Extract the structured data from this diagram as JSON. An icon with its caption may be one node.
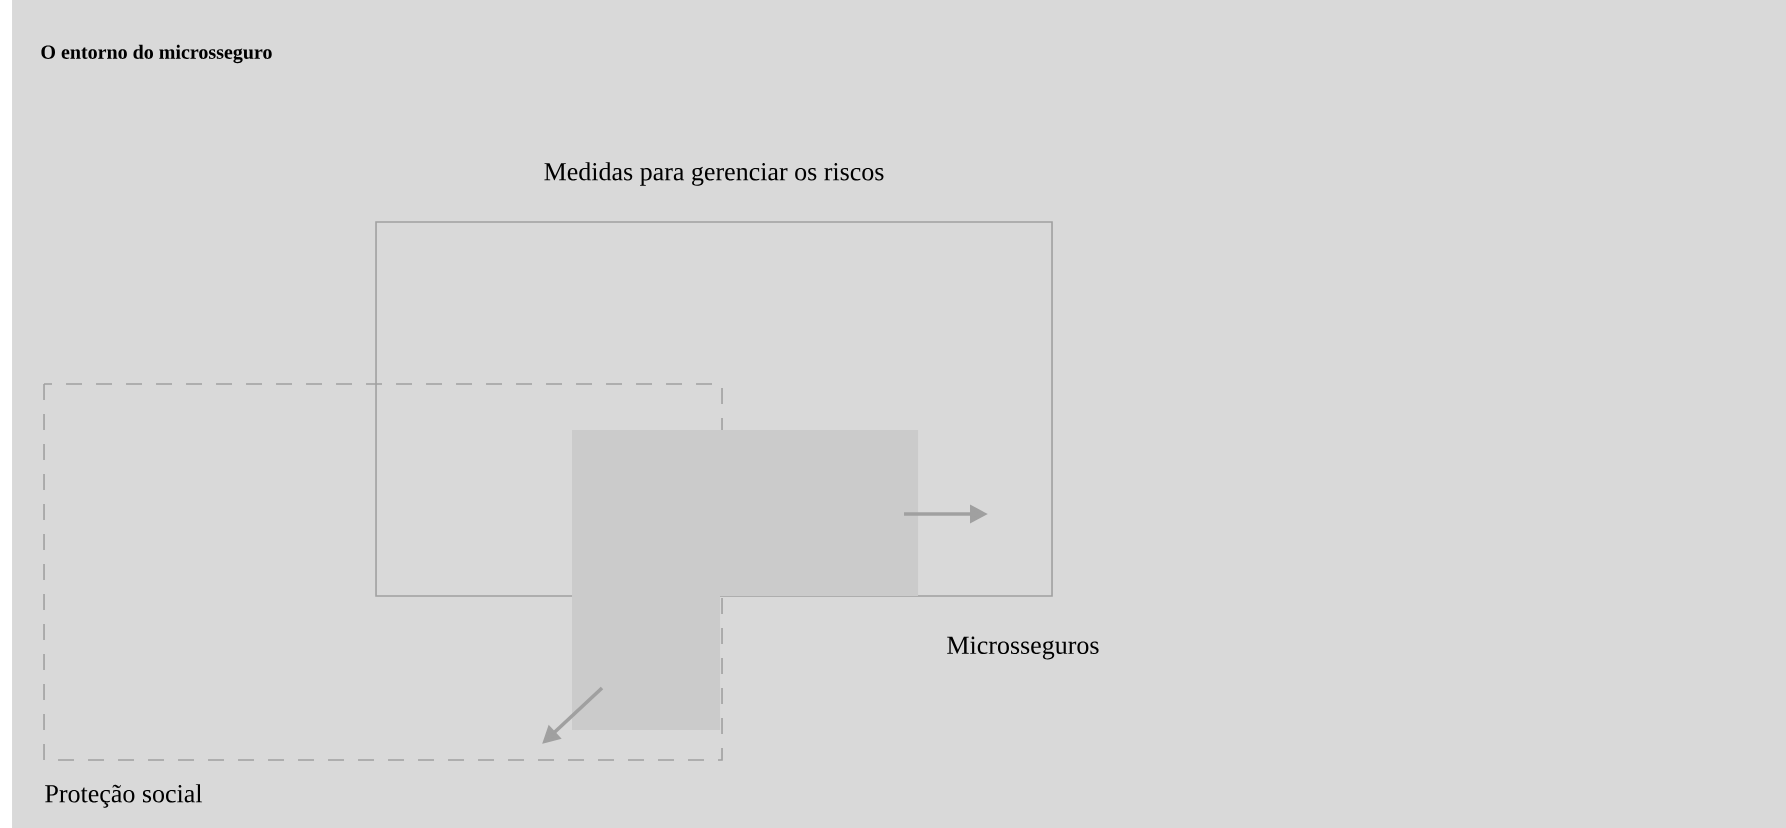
{
  "diagram": {
    "title": "O entorno do microsseguro",
    "nodes": [
      {
        "text": [
          "Medidas para gerenciar os riscos"
        ]
      },
      {
        "text": [
          "Proteção social"
        ]
      },
      {
        "text": [
          "Microsseguros"
        ]
      }
    ],
    "edges": [
      {
        "from": 2,
        "to": 0,
        "arrow": "to"
      },
      {
        "from": 2,
        "to": 1,
        "arrow": "to"
      }
    ]
  }
}
